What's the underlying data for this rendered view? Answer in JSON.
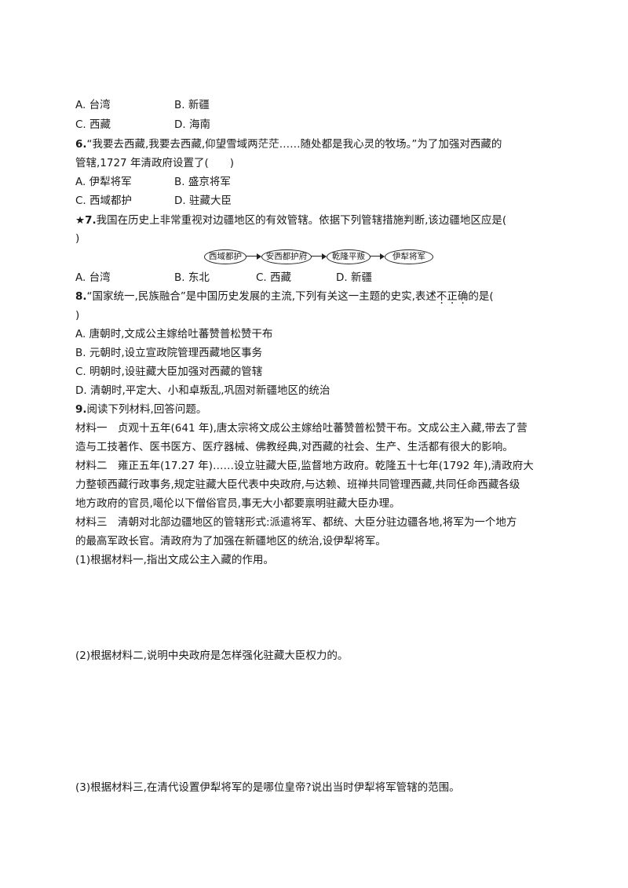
{
  "q5_options": {
    "a": "A. 台湾",
    "b": "B. 新疆",
    "c": "C. 西藏",
    "d": "D. 海南"
  },
  "q6": {
    "num": "6.",
    "stem_line1": "“我要去西藏,我要去西藏,仰望雪域两茫茫……随处都是我心灵的牧场。”为了加强对西藏的",
    "stem_line2": "管辖,1727 年清政府设置了(　　)",
    "a": "A. 伊犁将军",
    "b": "B. 盛京将军",
    "c": "C. 西域都护",
    "d": "D. 驻藏大臣"
  },
  "q7": {
    "num": "★7.",
    "stem_line1": "我国在历史上非常重视对边疆地区的有效管辖。依据下列管辖措施判断,该边疆地区应是(",
    "stem_line2": ")",
    "flow": [
      "西域都护",
      "安西都护府",
      "乾隆平叛",
      "伊犁将军"
    ],
    "a": "A. 台湾",
    "b": "B. 东北",
    "c": "C. 西藏",
    "d": "D. 新疆"
  },
  "q8": {
    "num": "8.",
    "stem_pre": "“国家统一,民族融合”是中国历史发展的主流,下列有关这一主题的史实,表述",
    "stem_emph": [
      "不",
      "正",
      "确"
    ],
    "stem_post": "的是(",
    "stem_line2": ")",
    "a": "A. 唐朝时,文成公主嫁给吐蕃赞普松赞干布",
    "b": "B. 元朝时,设立宣政院管理西藏地区事务",
    "c": "C. 明朝时,设驻藏大臣加强对西藏的管辖",
    "d": "D. 清朝时,平定大、小和卓叛乱,巩固对新疆地区的统治"
  },
  "q9": {
    "num": "9.",
    "stem": "阅读下列材料,回答问题。",
    "m1_line1": "材料一　贞观十五年(641 年),唐太宗将文成公主嫁给吐蕃赞普松赞干布。文成公主入藏,带去了营",
    "m1_line2": "造与工技著作、医书医方、医疗器械、佛教经典,对西藏的社会、生产、生活都有很大的影响。",
    "m2_line1": "材料二　雍正五年(17.27 年)……设立驻藏大臣,监督地方政府。乾隆五十七年(1792 年),清政府大",
    "m2_line2": "力整顿西藏行政事务,规定驻藏大臣代表中央政府,与达赖、班禅共同管理西藏,共同任命西藏各级",
    "m2_line3": "地方政府的官员,噶伦以下僧俗官员,事无大小都要禀明驻藏大臣办理。",
    "m3_line1": "材料三　清朝对北部边疆地区的管辖形式:派遣将军、都统、大臣分驻边疆各地,将军为一个地方",
    "m3_line2": "的最高军政长官。清政府为了加强在新疆地区的统治,设伊犁将军。",
    "sub1": "(1)根据材料一,指出文成公主入藏的作用。",
    "sub2": "(2)根据材料二,说明中央政府是怎样强化驻藏大臣权力的。",
    "sub3": "(3)根据材料三,在清代设置伊犁将军的是哪位皇帝?说出当时伊犁将军管辖的范围。"
  }
}
